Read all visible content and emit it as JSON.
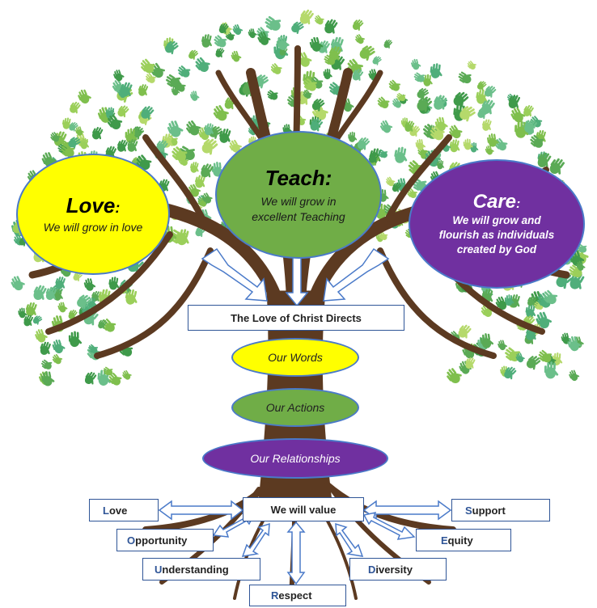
{
  "love": {
    "title": "Love",
    "colon": ":",
    "text": "We will grow in love",
    "color": "#ffff00"
  },
  "teach": {
    "title": "Teach:",
    "text": "We will grow in excellent Teaching",
    "color": "#70ad47"
  },
  "care": {
    "title": "Care",
    "colon": ":",
    "text": "We will grow and flourish as individuals created by God",
    "color": "#7030a0"
  },
  "directs": "The Love of Christ Directs",
  "words": "Our Words",
  "actions": "Our Actions",
  "relationships": "Our Relationships",
  "value_heading": "We will value",
  "values": {
    "love": {
      "first": "L",
      "rest": "ove"
    },
    "opportunity": {
      "first": "O",
      "rest": "pportunity"
    },
    "understanding": {
      "first": "U",
      "rest": "nderstanding"
    },
    "respect": {
      "first": "R",
      "rest": "espect"
    },
    "diversity": {
      "first": "D",
      "rest": "iversity"
    },
    "equity": {
      "first": "E",
      "rest": "quity"
    },
    "support": {
      "first": "S",
      "rest": "upport"
    }
  },
  "colors": {
    "trunk": "#5c3a21",
    "leaf_light": "#9bcf5a",
    "leaf_dark": "#3f9a4a",
    "arrow_fill": "#ffffff",
    "arrow_stroke": "#4a7ac9",
    "box_border": "#2f5597"
  }
}
